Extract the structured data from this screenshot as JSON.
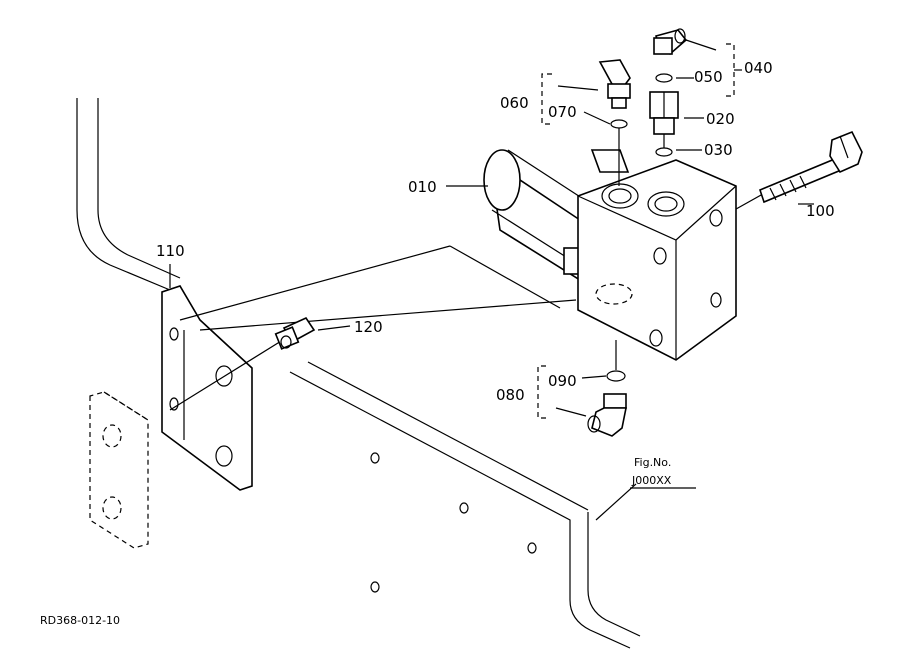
{
  "labels": {
    "p010": "010",
    "p020": "020",
    "p030": "030",
    "p040": "040",
    "p050": "050",
    "p060": "060",
    "p070": "070",
    "p080": "080",
    "p090": "090",
    "p100": "100",
    "p110": "110",
    "p120": "120"
  },
  "fig_no_label": "Fig.No.",
  "fig_no_value": "J000XX",
  "drawing_code": "RD368-012-10"
}
